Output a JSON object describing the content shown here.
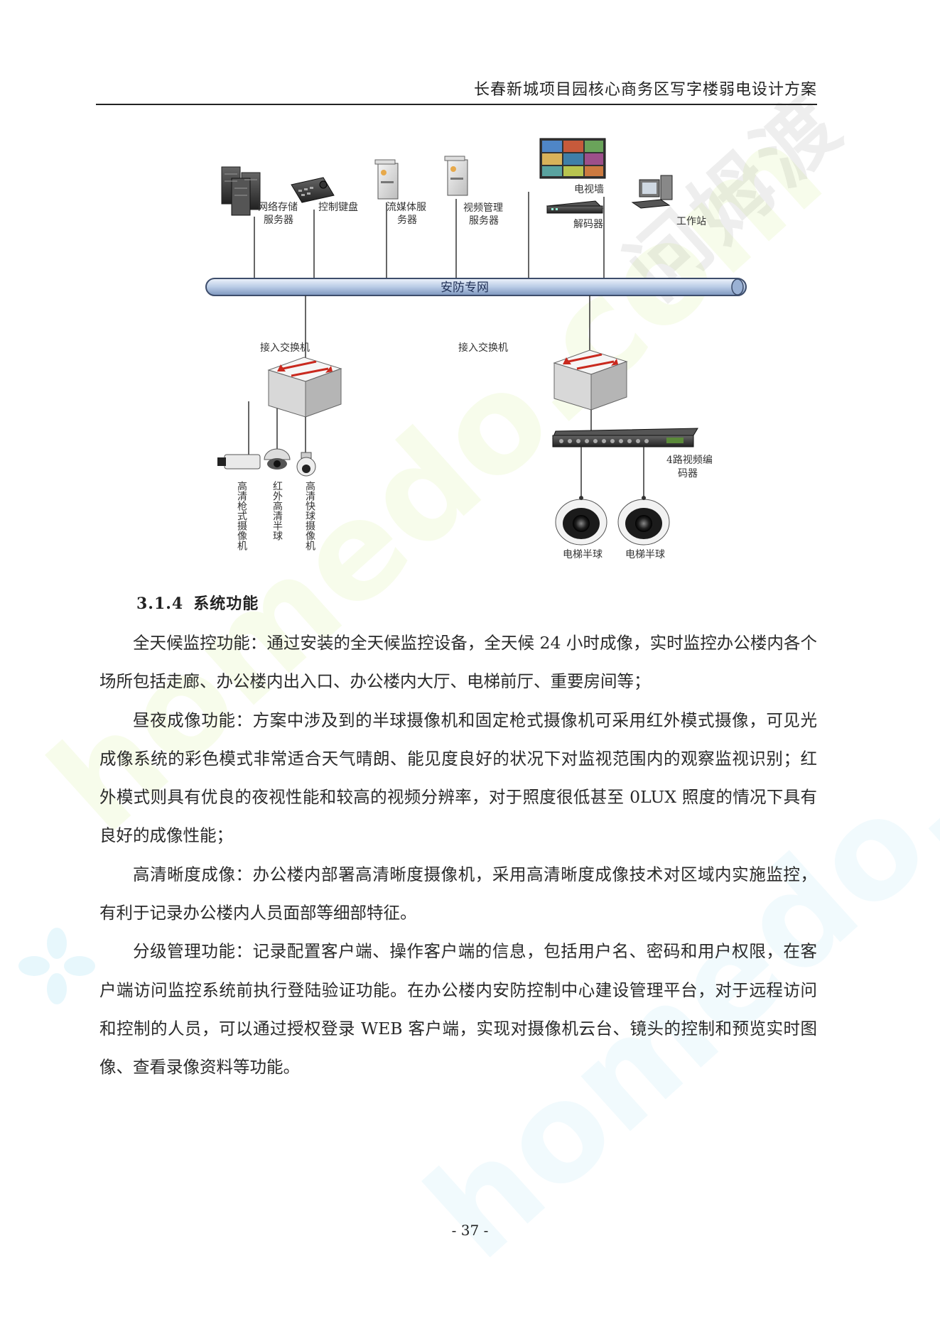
{
  "header": {
    "title": "长春新城项目园核心商务区写字楼弱电设计方案"
  },
  "diagram": {
    "network_label": "安防专网",
    "top_devices": [
      {
        "label_lines": [
          "网络存储",
          "服务器"
        ],
        "icon": "storage-server-icon"
      },
      {
        "label_lines": [
          "控制键盘"
        ],
        "icon": "control-keyboard-icon"
      },
      {
        "label_lines": [
          "流媒体服",
          "务器"
        ],
        "icon": "server-tower-icon"
      },
      {
        "label_lines": [
          "视频管理",
          "服务器"
        ],
        "icon": "server-tower-icon"
      },
      {
        "label_lines": [
          "解码器"
        ],
        "icon": "decoder-icon"
      },
      {
        "label_lines": [
          "工作站"
        ],
        "icon": "workstation-icon"
      }
    ],
    "video_wall_label": "电视墙",
    "switch_left_label": "接入交换机",
    "switch_right_label": "接入交换机",
    "left_cameras": [
      {
        "label": "高清枪式摄像机",
        "icon": "bullet-camera-icon"
      },
      {
        "label": "红外高清半球",
        "icon": "dome-camera-icon"
      },
      {
        "label": "高清快球摄像机",
        "icon": "speed-dome-camera-icon"
      }
    ],
    "encoder_label_lines": [
      "4路视频编",
      "码器"
    ],
    "elevator_cameras": [
      "电梯半球",
      "电梯半球"
    ]
  },
  "section": {
    "number": "3.1.4",
    "title": "系统功能"
  },
  "paragraphs": [
    "全天候监控功能：通过安装的全天候监控设备，全天候 24 小时成像，实时监控办公楼内各个场所包括走廊、办公楼内出入口、办公楼内大厅、电梯前厅、重要房间等；",
    "昼夜成像功能：方案中涉及到的半球摄像机和固定枪式摄像机可采用红外模式摄像，可见光成像系统的彩色模式非常适合天气晴朗、能见度良好的状况下对监视范围内的观察监视识别；红外模式则具有优良的夜视性能和较高的视频分辨率，对于照度很低甚至 0LUX 照度的情况下具有良好的成像性能；",
    "高清晰度成像：办公楼内部署高清晰度摄像机，采用高清晰度成像技术对区域内实施监控，有利于记录办公楼内人员面部等细部特征。",
    "分级管理功能：记录配置客户端、操作客户端的信息，包括用户名、密码和用户权限，在客户端访问监控系统前执行登陆验证功能。在办公楼内安防控制中心建设管理平台，对于远程访问和控制的人员，可以通过授权登录 WEB 客户端，实现对摄像机云台、镜头的控制和预览实时图像、查看录像资料等功能。"
  ],
  "page_number": "- 37 -",
  "watermarks": {
    "cn": "问姆渡",
    "en": "homedo.com"
  }
}
